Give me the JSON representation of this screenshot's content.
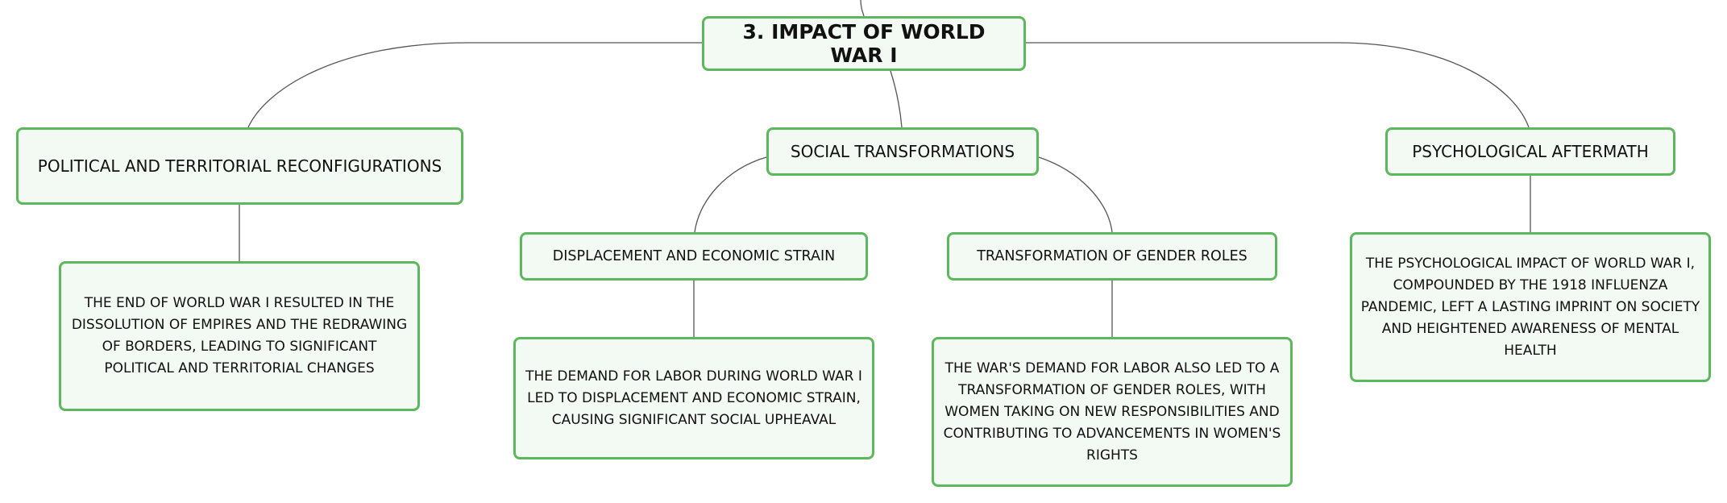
{
  "root": {
    "label": "3. IMPACT OF WORLD WAR I"
  },
  "branches": {
    "political": {
      "label": "POLITICAL AND TERRITORIAL RECONFIGURATIONS",
      "detail": "THE END OF WORLD WAR I RESULTED IN THE DISSOLUTION OF EMPIRES AND THE REDRAWING OF BORDERS, LEADING TO SIGNIFICANT POLITICAL AND TERRITORIAL CHANGES"
    },
    "social": {
      "label": "SOCIAL TRANSFORMATIONS",
      "children": {
        "displacement": {
          "label": "DISPLACEMENT AND ECONOMIC STRAIN",
          "detail": "THE DEMAND FOR LABOR DURING WORLD WAR I LED TO DISPLACEMENT AND ECONOMIC STRAIN, CAUSING SIGNIFICANT SOCIAL UPHEAVAL"
        },
        "gender": {
          "label": "TRANSFORMATION OF GENDER ROLES",
          "detail": "THE WAR'S DEMAND FOR LABOR ALSO LED TO A TRANSFORMATION OF GENDER ROLES, WITH WOMEN TAKING ON NEW RESPONSIBILITIES AND CONTRIBUTING TO ADVANCEMENTS IN WOMEN'S RIGHTS"
        }
      }
    },
    "psychological": {
      "label": "PSYCHOLOGICAL AFTERMATH",
      "detail": "THE PSYCHOLOGICAL IMPACT OF WORLD WAR I, COMPOUNDED BY THE 1918 INFLUENZA PANDEMIC, LEFT A LASTING IMPRINT ON SOCIETY AND HEIGHTENED AWARENESS OF MENTAL HEALTH"
    }
  },
  "colors": {
    "node_border": "#5cb85c",
    "node_fill": "#f3f9f3",
    "connector": "#555555",
    "text": "#111111"
  }
}
